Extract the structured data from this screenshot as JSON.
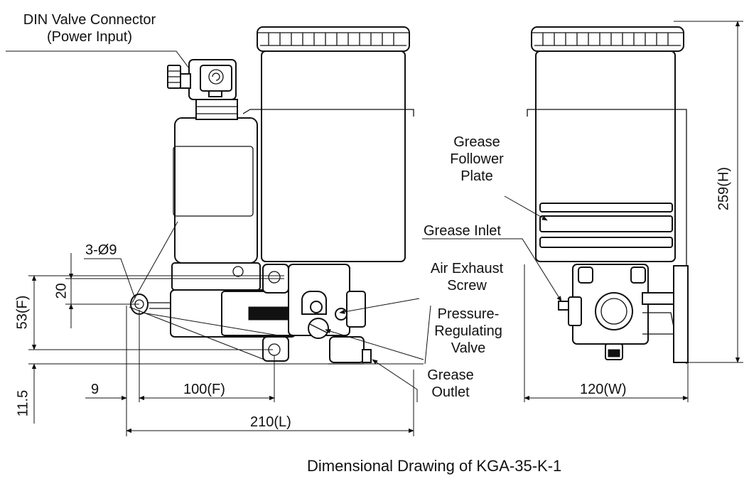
{
  "labels": {
    "din_line1": "DIN Valve Connector",
    "din_line2": "(Power Input)",
    "hole_spec": "3-Ø9",
    "grease_follower_line1": "Grease",
    "grease_follower_line2": "Follower",
    "grease_follower_line3": "Plate",
    "grease_inlet": "Grease Inlet",
    "air_exhaust_line1": "Air Exhaust",
    "air_exhaust_line2": "Screw",
    "pressure_line1": "Pressure-",
    "pressure_line2": "Regulating",
    "pressure_line3": "Valve",
    "grease_outlet_line1": "Grease",
    "grease_outlet_line2": "Outlet"
  },
  "dimensions": {
    "hole_spacing_20": "20",
    "height_53f": "53(F)",
    "offset_11_5": "11.5",
    "offset_9": "9",
    "width_100f": "100(F)",
    "length_210l": "210(L)",
    "width_120w": "120(W)",
    "height_259h": "259(H)"
  },
  "caption": "Dimensional Drawing of KGA-35-K-1",
  "colors": {
    "line": "#111111",
    "background": "#ffffff"
  }
}
